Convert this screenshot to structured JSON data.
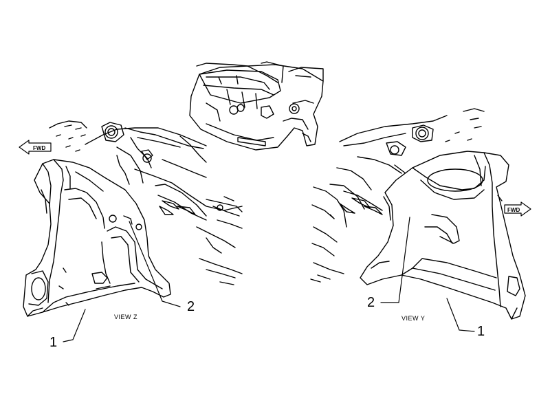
{
  "callouts": {
    "left_part": "1",
    "left_fastener": "2",
    "right_part": "1",
    "right_fastener": "2"
  },
  "views": {
    "left": "VIEW Z",
    "right": "VIEW Y"
  },
  "arrows": {
    "left": "FWD",
    "right": "FWD"
  }
}
